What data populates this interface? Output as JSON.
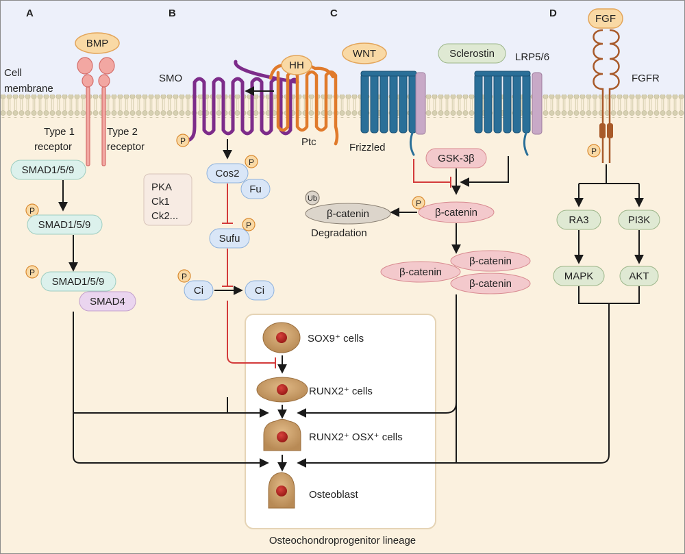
{
  "panels": {
    "a": "A",
    "b": "B",
    "c": "C",
    "d": "D"
  },
  "membrane": {
    "line1": "Cell",
    "line2": "membrane"
  },
  "phospho": "P",
  "ubiquitin": "Ub",
  "bmp": {
    "ligand": "BMP",
    "type1_line1": "Type 1",
    "type1_line2": "receptor",
    "type2_line1": "Type 2",
    "type2_line2": "receptor",
    "smad_a": "SMAD1/5/9",
    "smad_b": "SMAD1/5/9",
    "smad_c": "SMAD1/5/9",
    "smad4": "SMAD4"
  },
  "hh": {
    "smo": "SMO",
    "ligand": "HH",
    "ptc": "Ptc",
    "cos2": "Cos2",
    "fu": "Fu",
    "kinases_line1": "PKA",
    "kinases_line2": "Ck1",
    "kinases_line3": "Ck2...",
    "sufu": "Sufu",
    "ci_left": "Ci",
    "ci_right": "Ci"
  },
  "wnt": {
    "ligand": "WNT",
    "sclerostin": "Sclerostin",
    "lrp": "LRP5/6",
    "frizzled": "Frizzled",
    "gsk": "GSK-3β",
    "bcat_main": "β-catenin",
    "bcat_degraded": "β-catenin",
    "degradation": "Degradation",
    "bcat_top": "β-catenin",
    "bcat_left": "β-catenin",
    "bcat_bottom": "β-catenin"
  },
  "fgf": {
    "ligand": "FGF",
    "receptor": "FGFR",
    "ra3": "RA3",
    "pi3k": "PI3K",
    "mapk": "MAPK",
    "akt": "AKT"
  },
  "lineage": {
    "sox9": "SOX9⁺ cells",
    "runx2": "RUNX2⁺ cells",
    "runx2osx": "RUNX2⁺ OSX⁺ cells",
    "osteoblast": "Osteoblast",
    "caption": "Osteochondroprogenitor lineage"
  },
  "colors": {
    "extracellular": "#edf0fa",
    "cytoplasm": "#fbf1df",
    "membrane": "#d6d0b2",
    "bmp_receptor": "#f2a7a2",
    "smad": "#dcf1ec",
    "smo": "#7d2c8a",
    "ptc": "#e07a2b",
    "cos2": "#d9e6f7",
    "frizzled": "#2a6f98",
    "lrp": "#c8a9c7",
    "catenin": "#f3c9cc",
    "fgfr": "#a85a2a",
    "fgf_path": "#dfe9d3",
    "ligand": "#f9d9a5",
    "inhibition": "#d33a3a",
    "cell": "#c99a63",
    "nucleus": "#b3201d"
  }
}
